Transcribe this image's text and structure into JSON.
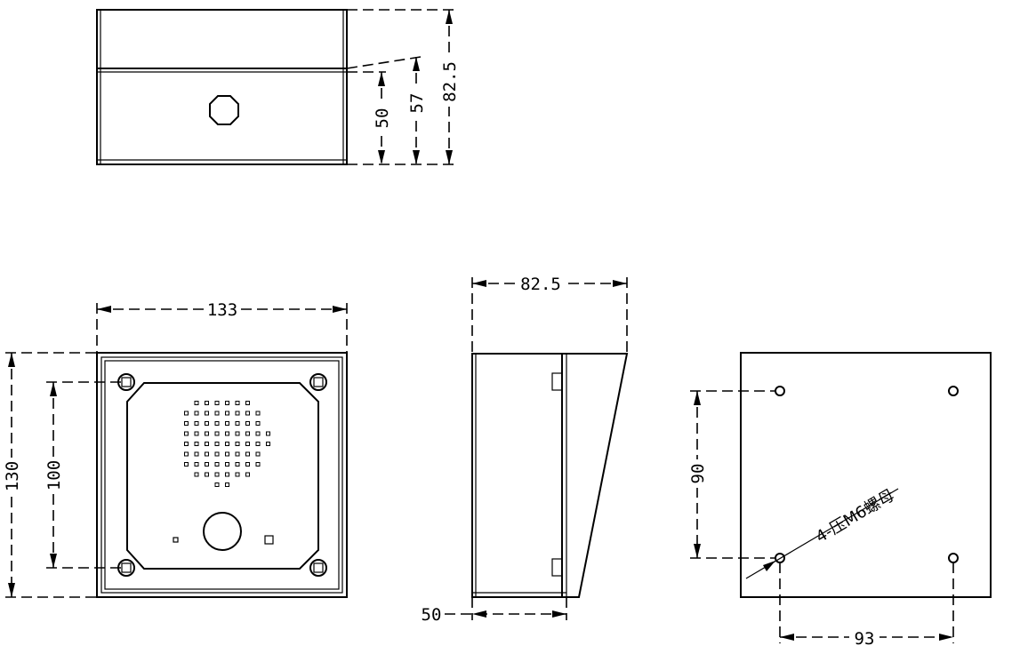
{
  "top_view": {
    "dim_50": "50",
    "dim_57": "57",
    "dim_82_5": "82.5"
  },
  "front_view": {
    "dim_width": "133",
    "dim_height_outer": "130",
    "dim_height_inner": "100"
  },
  "side_view": {
    "dim_depth": "82.5",
    "dim_base": "50"
  },
  "mounting_view": {
    "dim_vertical": "90",
    "dim_horizontal": "93",
    "hole_note": "4-压M6螺母"
  },
  "colors": {
    "line": "#000000",
    "background": "#ffffff"
  }
}
